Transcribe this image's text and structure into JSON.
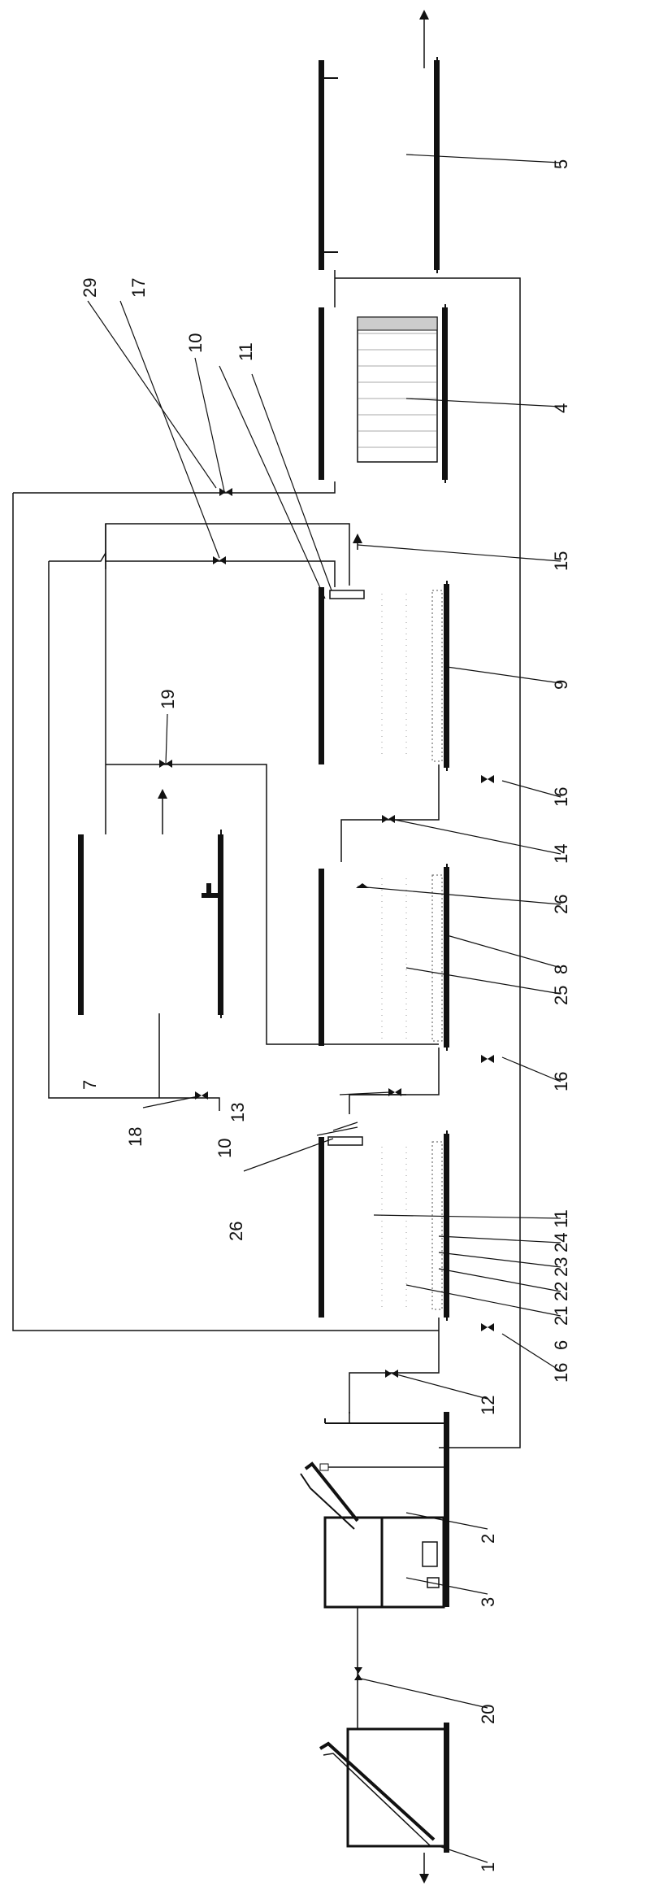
{
  "callouts": {
    "c1": "1",
    "c2": "2",
    "c3": "3",
    "c4": "4",
    "c5": "5",
    "c6": "6",
    "c7": "7",
    "c8": "8",
    "c9": "9",
    "c10a": "10",
    "c10b": "10",
    "c11a": "11",
    "c11b": "11",
    "c12": "12",
    "c13": "13",
    "c14": "14",
    "c15": "15",
    "c16a": "16",
    "c16b": "16",
    "c16c": "16",
    "c17": "17",
    "c18": "18",
    "c19": "19",
    "c20": "20",
    "c21": "21",
    "c22": "22",
    "c23": "23",
    "c24": "24",
    "c25": "25",
    "c26a": "26",
    "c26b": "26",
    "c29": "29"
  },
  "colors": {
    "line": "#111111",
    "background": "#ffffff"
  }
}
